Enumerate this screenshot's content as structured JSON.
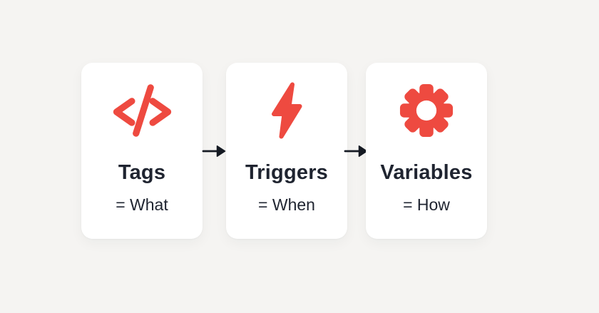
{
  "colors": {
    "background": "#F5F4F2",
    "card_background": "#FFFFFF",
    "icon_accent": "#EE4A40",
    "text": "#1F2430",
    "arrow": "#161B24"
  },
  "cards": [
    {
      "icon": "code-icon",
      "title": "Tags",
      "subtitle": "= What"
    },
    {
      "icon": "lightning-icon",
      "title": "Triggers",
      "subtitle": "= When"
    },
    {
      "icon": "gear-icon",
      "title": "Variables",
      "subtitle": "= How"
    }
  ],
  "arrows": [
    {
      "glyph": "→"
    },
    {
      "glyph": "→"
    }
  ]
}
